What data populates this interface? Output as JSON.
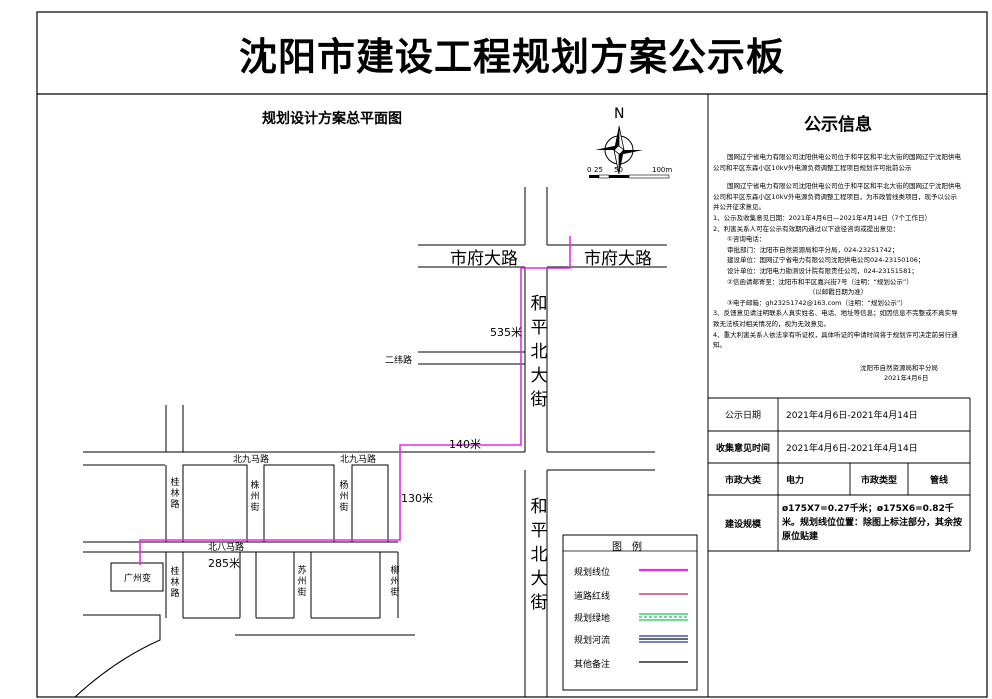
{
  "title": "沈阳市建设工程规划方案公示板",
  "map": {
    "title": "规划设计方案总平面图",
    "north": "N",
    "scale": [
      "0",
      "25",
      "50",
      "100m"
    ],
    "roads": {
      "shifu_left": "市府大路",
      "shifu_right": "市府大路",
      "heping_upper": [
        "和",
        "平",
        "北",
        "大",
        "街"
      ],
      "heping_lower": [
        "和",
        "平",
        "北",
        "大",
        "街"
      ],
      "erwei": "二纬路",
      "beijiuma_left": "北九马路",
      "beijiuma_right": "北九马路",
      "beibama": "北八马路",
      "guilin_upper": [
        "桂",
        "林",
        "路"
      ],
      "guilin_lower": [
        "桂",
        "林",
        "路"
      ],
      "zhuzhou": [
        "株",
        "州",
        "街"
      ],
      "yangzhou": [
        "杨",
        "州",
        "街"
      ],
      "suzhou": [
        "苏",
        "州",
        "街"
      ],
      "liuzhou": [
        "柳",
        "州",
        "街"
      ]
    },
    "distances": {
      "d535": "535米",
      "d140": "140米",
      "d130": "130米",
      "d285": "285米"
    },
    "substation": "广州变",
    "legend": {
      "title": "图　例",
      "items": [
        {
          "label": "规划线位",
          "color": "#e52ee5"
        },
        {
          "label": "道路红线",
          "color": "#c2185b"
        },
        {
          "label": "规划绿地",
          "color": "#22c25a"
        },
        {
          "label": "规划河流",
          "color": "#1f3a8a"
        },
        {
          "label": "其他备注",
          "color": "#000000"
        }
      ]
    }
  },
  "info": {
    "heading": "公示信息",
    "paragraphs": [
      "国网辽宁省电力有限公司沈阳供电公司位于和平区和平北大街的国网辽宁沈阳供电公司和平区东森小区10kV外电源负荷调整工程项目规划许可批前公示",
      "国网辽宁省电力有限公司沈阳供电公司位于和平区和平北大街的国网辽宁沈阳供电公司和平区东森小区10kV外电源负荷调整工程项目，为市政管线类项目，现予以公示并公开征求意见。",
      "1、公示及收集意见日期：2021年4月6日—2021年4月14日（7个工作日）",
      "2、利害关系人可在公示有效期内通过以下途径咨询或提出意见：",
      "①咨询电话：",
      "审批部门：沈阳市自然资源局和平分局，024-23251742；",
      "建设单位：国网辽宁省电力有限公司沈阳供电公司024-23150106；",
      "设计单位：沈阳电力勘测设计院有限责任公司，024-23151581；",
      "②信函请邮寄至：沈阳市和平区嘉兴街7号（注明：“规划公示”）",
      "（以邮戳日期为准）",
      "③电子邮箱：gh23251742@163.com（注明：“规划公示”）",
      "3、反馈意见请注明联系人真实姓名、电话、地址等信息；如因信息不完整或不真实导致无法核对相关情况的，视为无效意见。",
      "4、重大利害关系人依法享有听证权，具体听证的申请时间将于规划许可决定前另行通知。"
    ],
    "signature": "沈阳市自然资源局和平分局",
    "sign_date": "2021年4月6日"
  },
  "table": {
    "notice_date_label": "公示日期",
    "notice_date_value": "2021年4月6日-2021年4月14日",
    "feedback_label": "收集意见时间",
    "feedback_value": "2021年4月6日-2021年4月14日",
    "category_label": "市政大类",
    "category_value": "电力",
    "type_label": "市政类型",
    "type_value": "管线",
    "scale_label": "建设规模",
    "scale_value": "ø175X7=0.27千米；ø175X6=0.82千米。规划线位位置：除图上标注部分，其余按原位贴建"
  }
}
